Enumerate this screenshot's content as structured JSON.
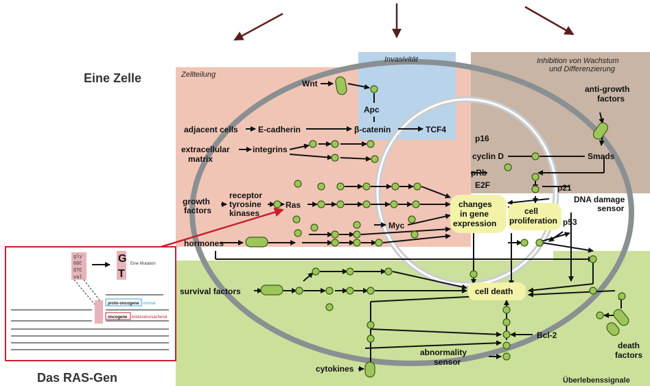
{
  "title": "Eine Zelle",
  "gene_title": "Das RAS-Gen",
  "regions": {
    "cell_division": "Zellteilung",
    "invasiveness": "Invasivität",
    "growth_inhibition": "Inhibition von Wachstum",
    "growth_inhibition_2": "und Differenzierung",
    "survival": "Überlebenssignale"
  },
  "nodes": {
    "wnt": "Wnt",
    "apc": "Apc",
    "adjacent_cells": "adjacent cells",
    "e_cadherin": "E-cadherin",
    "beta_catenin": "β-catenin",
    "tcf4": "TCF4",
    "extracellular": "extracellular",
    "matrix": "matrix",
    "integrins": "integrins",
    "growth": "growth",
    "factors": "factors",
    "receptor": "receptor",
    "tyrosine": "tyrosine",
    "kinases": "kinases",
    "ras": "Ras",
    "myc": "Myc",
    "hormones": "hormones",
    "survival_factors": "survival factors",
    "cytokines": "cytokines",
    "p16": "p16",
    "cyclin_d": "cyclin D",
    "prb": "pRb",
    "e2f": "E2F",
    "changes": "changes",
    "in_gene": "in gene",
    "expression": "expression",
    "cell": "cell",
    "proliferation": "proliferation",
    "anti_growth": "anti-growth",
    "anti_growth_2": "factors",
    "smads": "Smads",
    "p21": "p21",
    "dna_damage": "DNA damage",
    "sensor": "sensor",
    "p53": "p53",
    "cell_death": "cell death",
    "bcl2": "Bcl-2",
    "abnormality": "abnormality",
    "abnormality_2": "sensor",
    "death": "death",
    "death_2": "factors"
  },
  "inset": {
    "mutation_label": "Eine Mutation",
    "codon_left": [
      "gly",
      "GGC",
      "GTC",
      "val"
    ],
    "letter_top": "G",
    "letter_bottom": "T",
    "proto_oncogene": "proto-oncogene",
    "normal": "normal",
    "oncogene": "oncogene",
    "carcinogenic": "krebsverursachend"
  },
  "colors": {
    "division_bg": "#f1c5b6",
    "invasive_bg": "#b9d3ea",
    "inhibition_bg": "#c9b5a5",
    "survival_bg": "#cbe09a",
    "node_green": "#9cc65a",
    "highlight_yellow": "#f2f3a8",
    "inset_red": "#c8202c"
  }
}
